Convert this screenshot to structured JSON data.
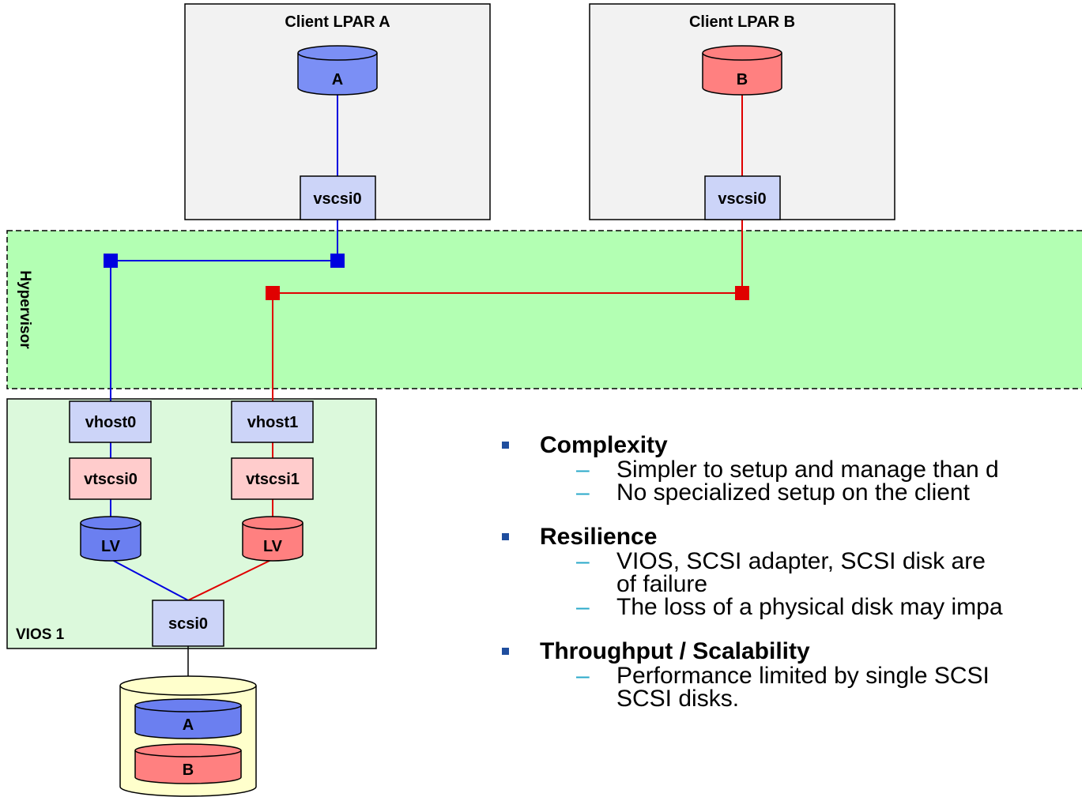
{
  "diagram": {
    "client_a": {
      "title": "Client LPAR A",
      "disk": "A",
      "adapter": "vscsi0"
    },
    "client_b": {
      "title": "Client LPAR B",
      "disk": "B",
      "adapter": "vscsi0"
    },
    "hypervisor": {
      "label": "Hypervisor"
    },
    "vios": {
      "label": "VIOS 1",
      "vhost_a": "vhost0",
      "vhost_b": "vhost1",
      "vtscsi_a": "vtscsi0",
      "vtscsi_b": "vtscsi1",
      "lv_a": "LV",
      "lv_b": "LV",
      "scsi": "scsi0"
    },
    "physical_disk": {
      "lv_a": "A",
      "lv_b": "B"
    },
    "colors": {
      "blue": "#7b8ff5",
      "red": "#ff8080",
      "hypervisor": "#b3ffb3",
      "vios": "#dcf9dc",
      "adapter": "#ccd4f8",
      "lpar": "#f2f2f2",
      "physical": "#ffffcc",
      "vtscsi": "#ffcccc"
    }
  },
  "bullets": [
    {
      "heading": "Complexity",
      "items": [
        "Simpler to setup and manage than d",
        "No specialized setup on the client"
      ]
    },
    {
      "heading": "Resilience",
      "items": [
        "VIOS, SCSI adapter, SCSI disk are\nof failure",
        "The loss of a physical disk may impa"
      ]
    },
    {
      "heading": "Throughput / Scalability",
      "items": [
        "Performance limited by single SCSI\nSCSI disks."
      ]
    }
  ]
}
